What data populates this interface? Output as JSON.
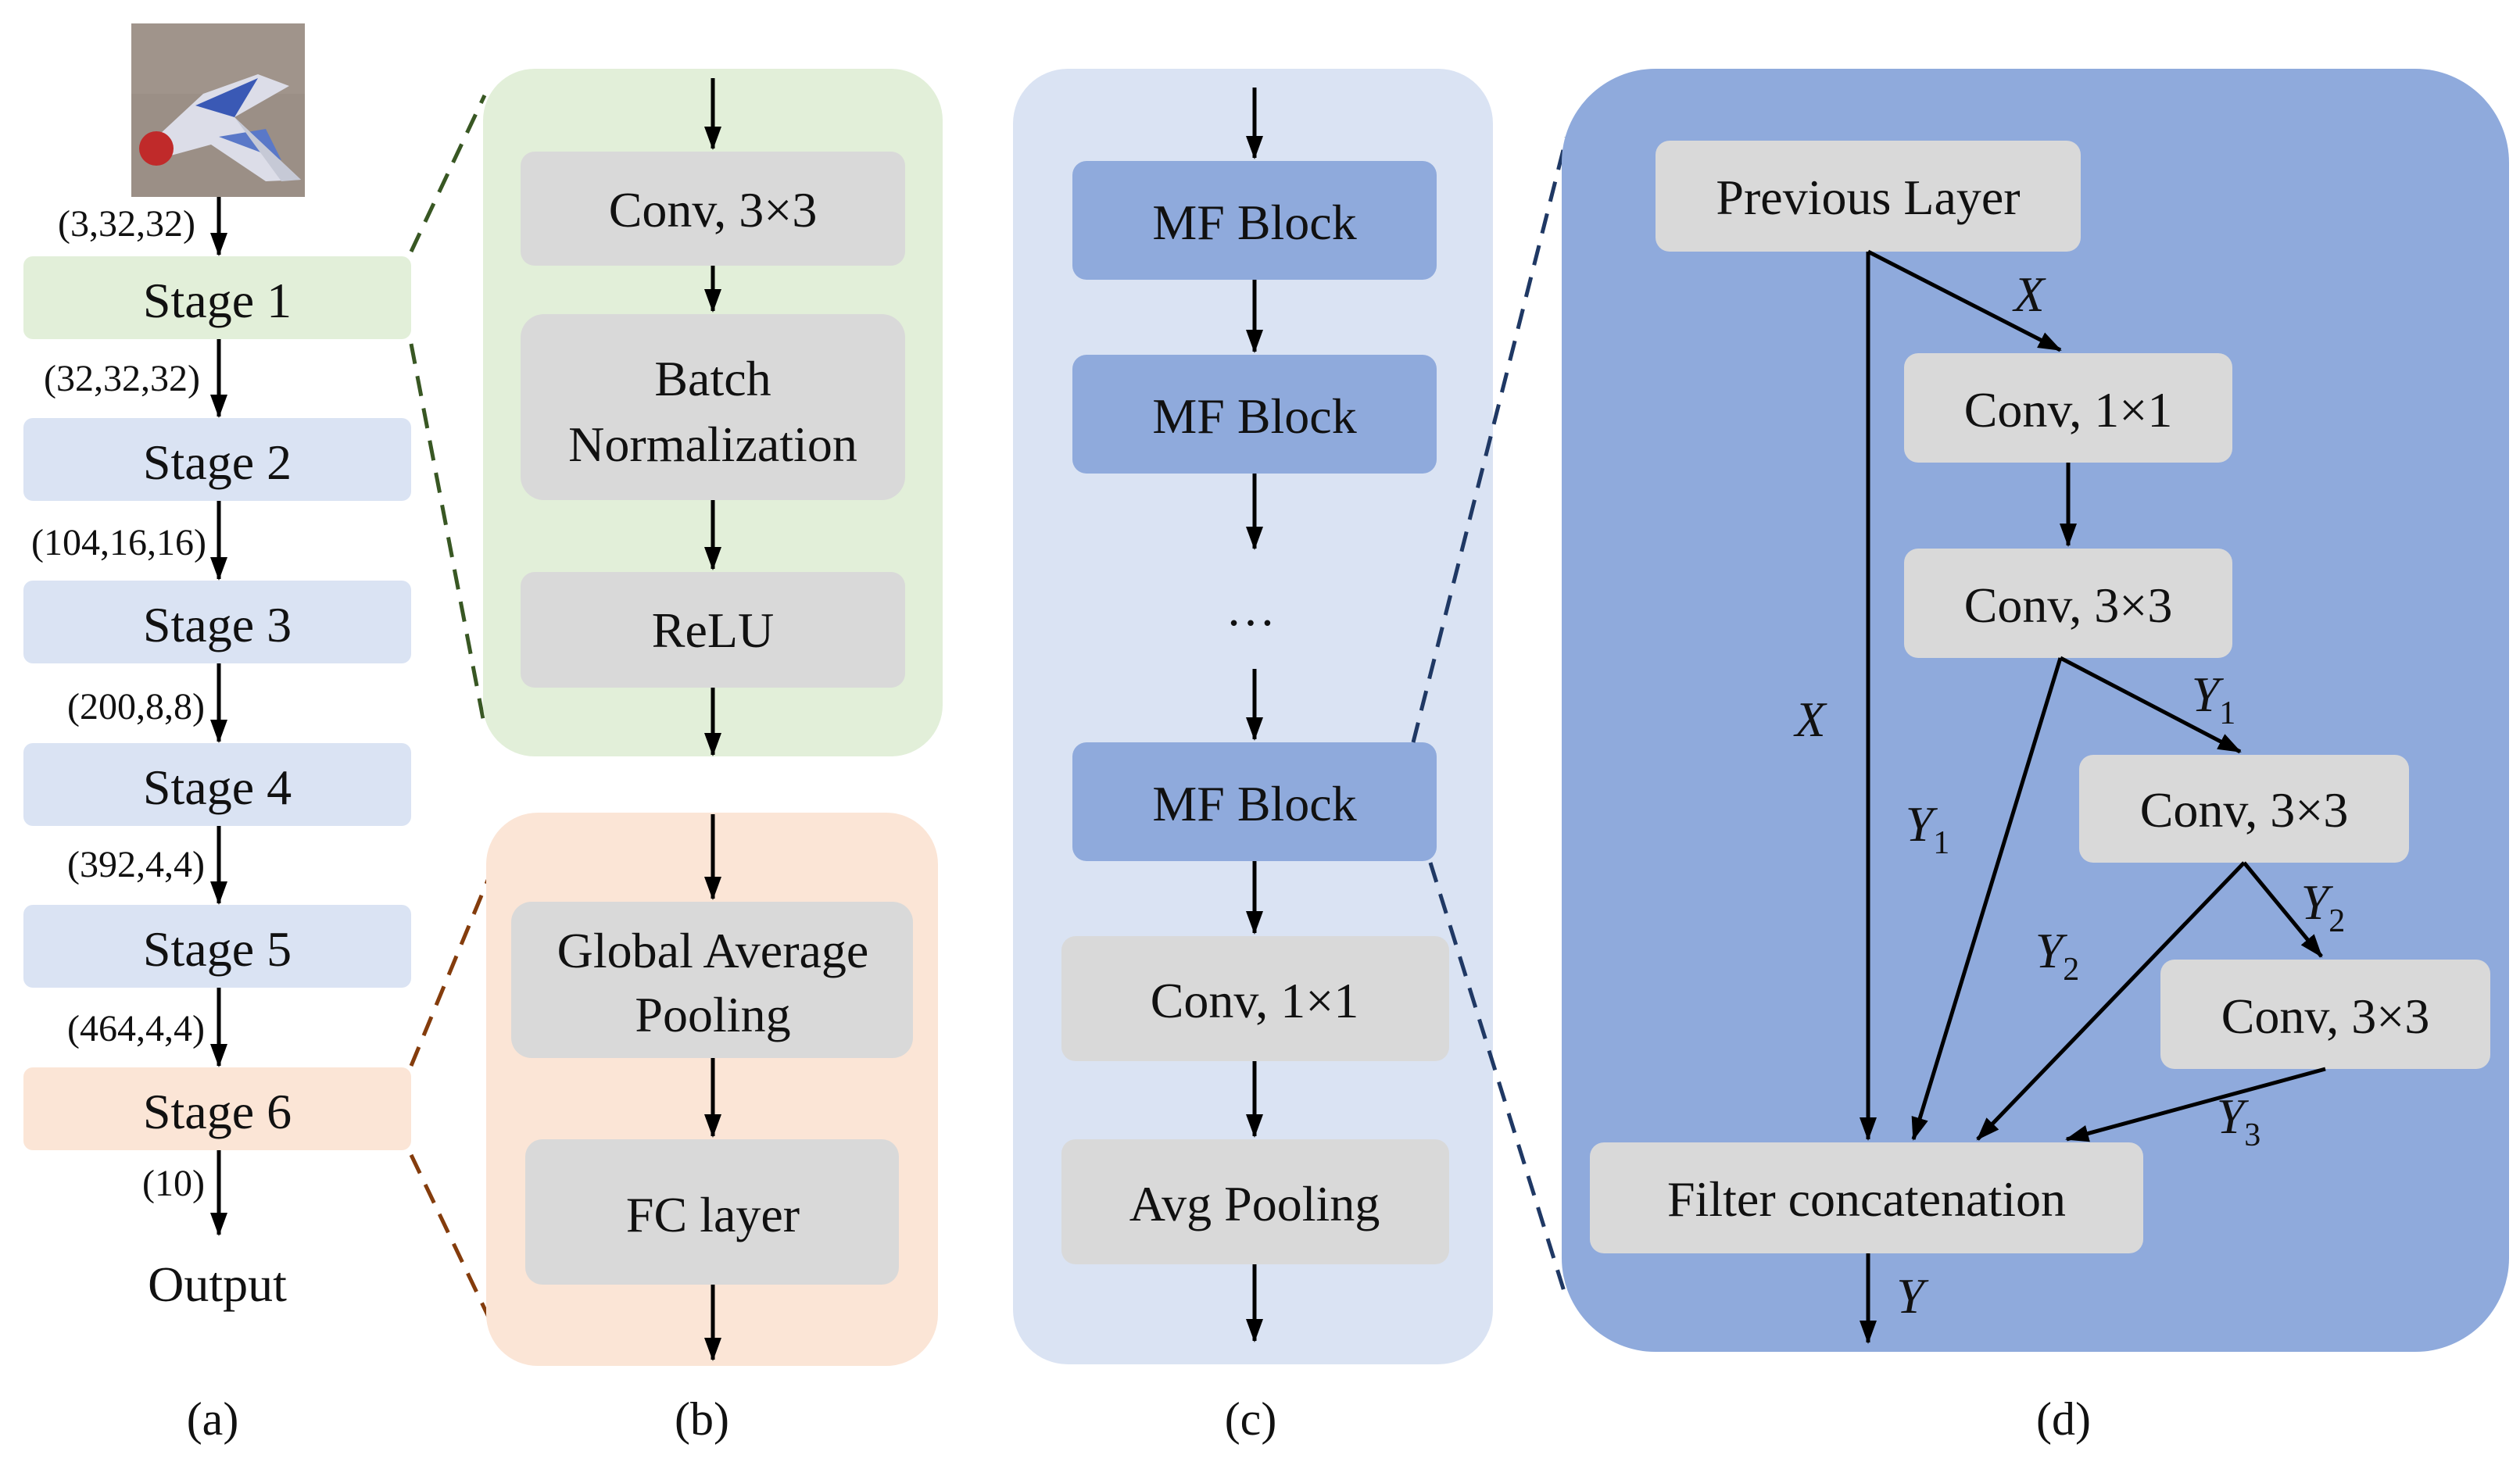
{
  "colors": {
    "stage_green": "#e2efd9",
    "stage_blue": "#dae3f3",
    "stage_orange": "#fbe5d6",
    "panel_b_top": "#e2efd9",
    "panel_b_bottom": "#fbe5d6",
    "panel_c": "#dae3f3",
    "panel_d": "#8faadc",
    "mf_block": "#8faadc",
    "layer_gray": "#d9d9d9",
    "link_green": "#385723",
    "link_brown": "#843c0c",
    "link_navy": "#1f3864"
  },
  "panel_a": {
    "image_icon": "airplane-thumbnail",
    "stages": [
      "Stage 1",
      "Stage 2",
      "Stage 3",
      "Stage 4",
      "Stage 5",
      "Stage 6"
    ],
    "dims": [
      "(3,32,32)",
      "(32,32,32)",
      "(104,16,16)",
      "(200,8,8)",
      "(392,4,4)",
      "(464,4,4)",
      "(10)"
    ],
    "output": "Output",
    "caption": "(a)"
  },
  "panel_b": {
    "top_layers": [
      "Conv, 3×3",
      "Batch",
      "Normalization",
      "ReLU"
    ],
    "bottom_layers": [
      "Global Average",
      "Pooling",
      "FC layer"
    ],
    "caption": "(b)"
  },
  "panel_c": {
    "mf_blocks": [
      "MF Block",
      "MF Block",
      "MF Block"
    ],
    "ellipsis": "…",
    "conv": "Conv, 1×1",
    "pool": "Avg Pooling",
    "caption": "(c)"
  },
  "panel_d": {
    "previous": "Previous Layer",
    "conv1": "Conv, 1×1",
    "conv2": "Conv, 3×3",
    "conv3": "Conv, 3×3",
    "conv4": "Conv, 3×3",
    "concat": "Filter concatenation",
    "var_x": "X",
    "var_y": "Y",
    "sub_1": "1",
    "sub_2": "2",
    "sub_3": "3",
    "caption": "(d)"
  }
}
